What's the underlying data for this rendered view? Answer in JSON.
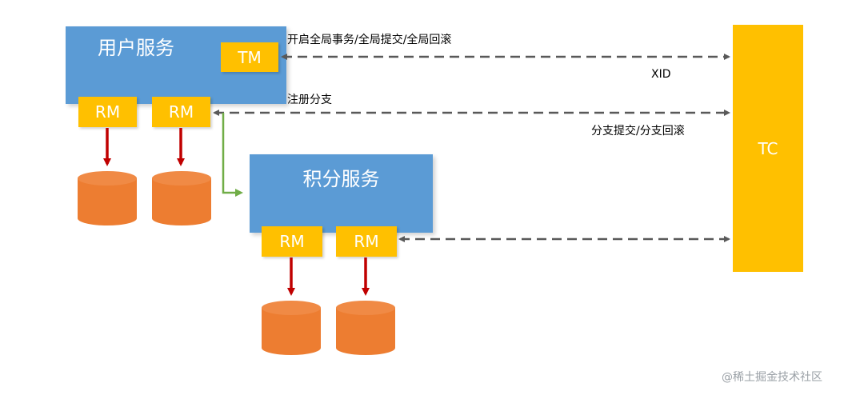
{
  "services": {
    "user": {
      "title": "用户服务",
      "tm": "TM",
      "rm1": "RM",
      "rm2": "RM"
    },
    "points": {
      "title": "积分服务",
      "rm1": "RM",
      "rm2": "RM"
    }
  },
  "tc": {
    "label": "TC"
  },
  "labels": {
    "global_tx": "开启全局事务/全局提交/全局回滚",
    "xid": "XID",
    "register_branch": "注册分支",
    "branch_commit": "分支提交/分支回滚"
  },
  "watermark": "@稀土掘金技术社区",
  "colors": {
    "service": "#5b9bd5",
    "tag": "#ffc000",
    "database": "#ed7d31",
    "db_arrow": "#c00000",
    "call_arrow": "#70ad47",
    "dashed": "#595959"
  }
}
